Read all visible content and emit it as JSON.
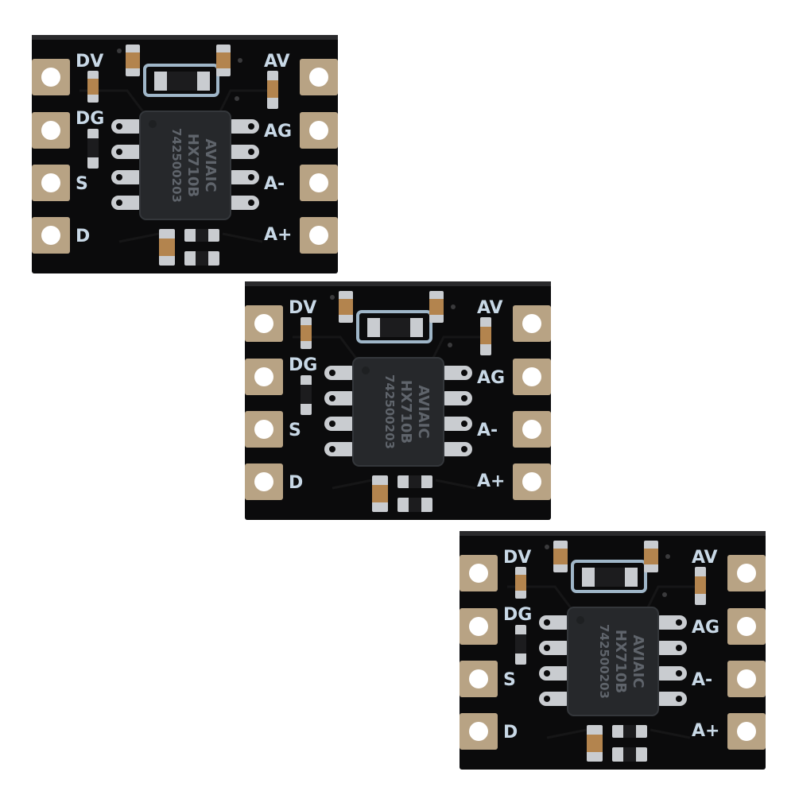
{
  "boards": [
    {
      "labels_left": [
        "DV",
        "DG",
        "S",
        "D"
      ],
      "labels_right": [
        "AV",
        "AG",
        "A-",
        "A+"
      ],
      "chip": {
        "line1": "AVIAIC",
        "line2": "HX710B",
        "line3": "742500203"
      }
    },
    {
      "labels_left": [
        "DV",
        "DG",
        "S",
        "D"
      ],
      "labels_right": [
        "AV",
        "AG",
        "A-",
        "A+"
      ],
      "chip": {
        "line1": "AVIAIC",
        "line2": "HX710B",
        "line3": "742500203"
      }
    },
    {
      "labels_left": [
        "DV",
        "DG",
        "S",
        "D"
      ],
      "labels_right": [
        "AV",
        "AG",
        "A-",
        "A+"
      ],
      "chip": {
        "line1": "AVIAIC",
        "line2": "HX710B",
        "line3": "742500203"
      }
    }
  ],
  "colors": {
    "background": "#ffffff",
    "pcb": "#0b0b0c",
    "pad_copper": "#b8a384",
    "silkscreen": "#c8d8e6",
    "chip_body": "#26282b",
    "solder": "#c9ccd0"
  }
}
